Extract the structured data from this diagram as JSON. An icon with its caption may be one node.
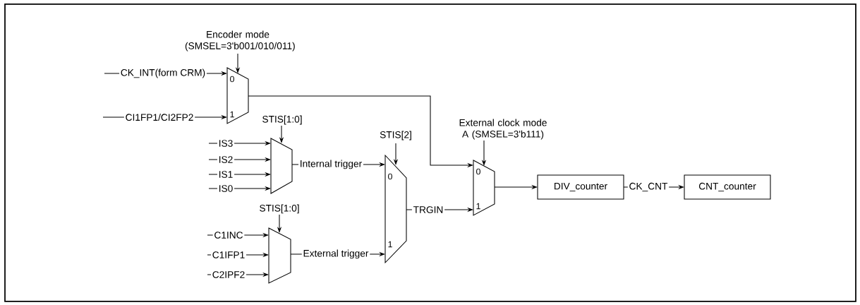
{
  "diagram": {
    "nodes": [
      {
        "text": [
          "0",
          "1"
        ]
      },
      {
        "text": [
          "Encoder mode (SMSEL=3'b001/010/011)"
        ]
      },
      {
        "text": [
          "STIS[1:0]"
        ]
      },
      {
        "text": [],
        "shape": "trapezoid"
      },
      {
        "text": [
          "STIS[1:0]"
        ]
      },
      {
        "text": [],
        "shape": "trapezoid"
      },
      {
        "text": [
          "STIS[2]"
        ]
      },
      {
        "text": [
          "0",
          "1"
        ]
      },
      {
        "text": [
          "External clock mode A (SMSEL=3'b111)"
        ]
      },
      {
        "text": [
          "0",
          "1"
        ]
      },
      {
        "text": [
          "DIV_counter"
        ]
      },
      {
        "text": [
          "CNT_counter"
        ]
      }
    ],
    "edges": [
      {
        "from": null,
        "to": 0,
        "arrow": "to",
        "label": "CK_INT(form CRM)"
      },
      {
        "from": null,
        "to": 0,
        "arrow": "to",
        "label": "CI1FP1/CI2FP2"
      },
      {
        "from": 1,
        "to": 0,
        "arrow": "to"
      },
      {
        "from": 0,
        "to": 9,
        "arrow": "to"
      },
      {
        "from": 2,
        "to": 3,
        "arrow": "to"
      },
      {
        "from": null,
        "to": 3,
        "arrow": "to",
        "label": "IS3"
      },
      {
        "from": null,
        "to": 3,
        "arrow": "to",
        "label": "IS2"
      },
      {
        "from": null,
        "to": 3,
        "arrow": "to",
        "label": "IS1"
      },
      {
        "from": null,
        "to": 3,
        "arrow": "to",
        "label": "IS0"
      },
      {
        "from": 3,
        "to": 7,
        "arrow": "to",
        "label": "Internal trigger"
      },
      {
        "from": 4,
        "to": 5,
        "arrow": "to"
      },
      {
        "from": null,
        "to": 5,
        "arrow": "to",
        "label": "C1INC"
      },
      {
        "from": null,
        "to": 5,
        "arrow": "to",
        "label": "C1IFP1"
      },
      {
        "from": null,
        "to": 5,
        "arrow": "to",
        "label": "C2IPF2"
      },
      {
        "from": 5,
        "to": 7,
        "arrow": "to",
        "label": "External trigger"
      },
      {
        "from": 6,
        "to": 7,
        "arrow": "to"
      },
      {
        "from": 7,
        "to": 9,
        "arrow": "to",
        "label": "TRGIN"
      },
      {
        "from": 8,
        "to": 9,
        "arrow": "to"
      },
      {
        "from": 9,
        "to": 10,
        "arrow": "to"
      },
      {
        "from": 10,
        "to": 11,
        "arrow": "to",
        "label": "CK_CNT"
      }
    ]
  }
}
